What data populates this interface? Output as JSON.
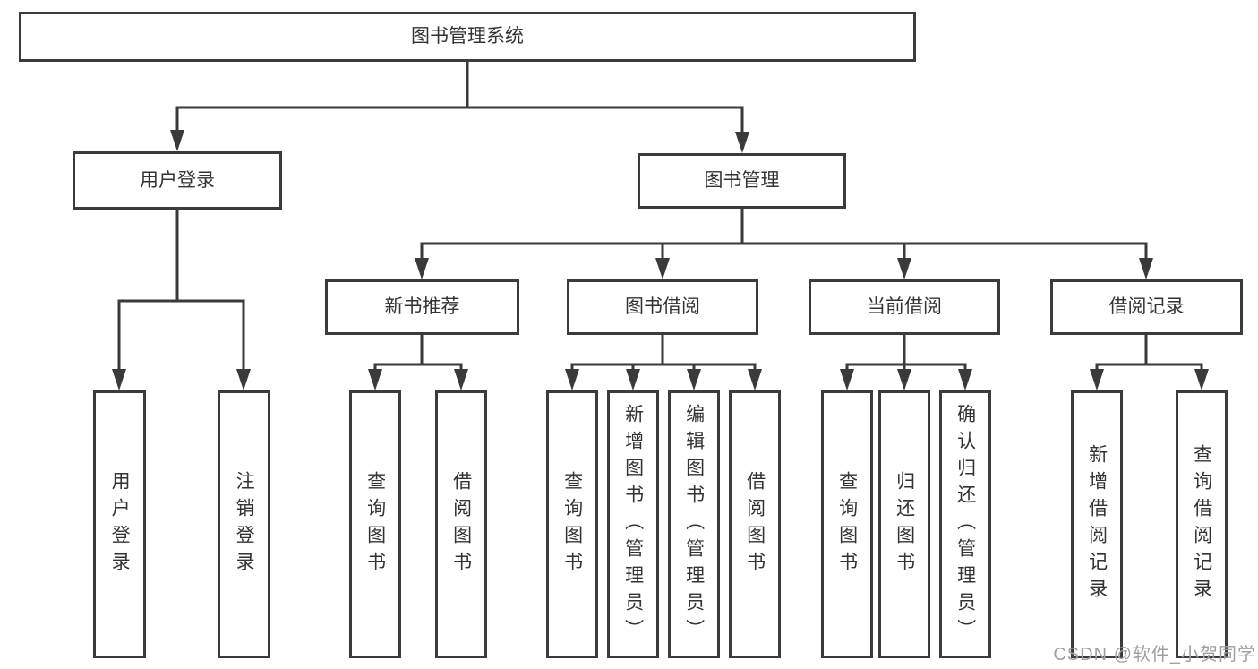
{
  "diagram_title": "图书管理系统",
  "colors": {
    "line": "#3a3a3a",
    "box_border": "#3b3b3b",
    "text": "#333333",
    "background": "#ffffff",
    "watermark": "#9f9f9f"
  },
  "tree": {
    "label": "图书管理系统",
    "children": [
      {
        "label": "用户登录",
        "children": [
          {
            "label": "用户登录"
          },
          {
            "label": "注销登录"
          }
        ]
      },
      {
        "label": "图书管理",
        "children": [
          {
            "label": "新书推荐",
            "children": [
              {
                "label": "查询图书"
              },
              {
                "label": "借阅图书"
              }
            ]
          },
          {
            "label": "图书借阅",
            "children": [
              {
                "label": "查询图书"
              },
              {
                "label": "新增图书（管理员）"
              },
              {
                "label": "编辑图书（管理员）"
              },
              {
                "label": "借阅图书"
              }
            ]
          },
          {
            "label": "当前借阅",
            "children": [
              {
                "label": "查询图书"
              },
              {
                "label": "归还图书"
              },
              {
                "label": "确认归还（管理员）"
              }
            ]
          },
          {
            "label": "借阅记录",
            "children": [
              {
                "label": "新增借阅记录"
              },
              {
                "label": "查询借阅记录"
              }
            ]
          }
        ]
      }
    ]
  },
  "watermark": {
    "text": "CSDN @软件_小贺同学"
  }
}
